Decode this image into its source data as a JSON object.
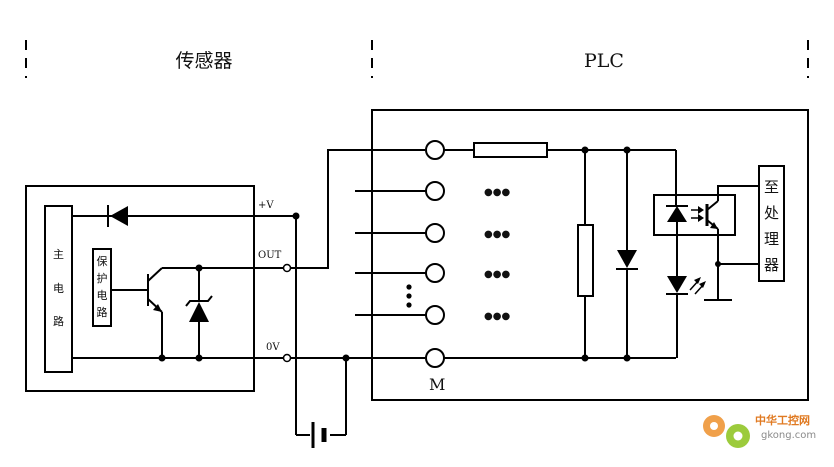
{
  "headers": {
    "sensor": "传感器",
    "plc": "PLC"
  },
  "sensor_box": {
    "main_circuit_chars": [
      "主",
      "电",
      "路"
    ],
    "protection_chars": [
      "保",
      "护",
      "电",
      "路"
    ]
  },
  "terminals": {
    "v_plus": "+V",
    "out": "OUT",
    "zero_v": "0V"
  },
  "plc_box": {
    "common_terminal": "M",
    "ellipsis": "●●●",
    "to_cpu_chars": [
      "至",
      "处",
      "理",
      "器"
    ]
  },
  "watermark": {
    "line1": "中华工控网",
    "line2": "gkong.com"
  }
}
